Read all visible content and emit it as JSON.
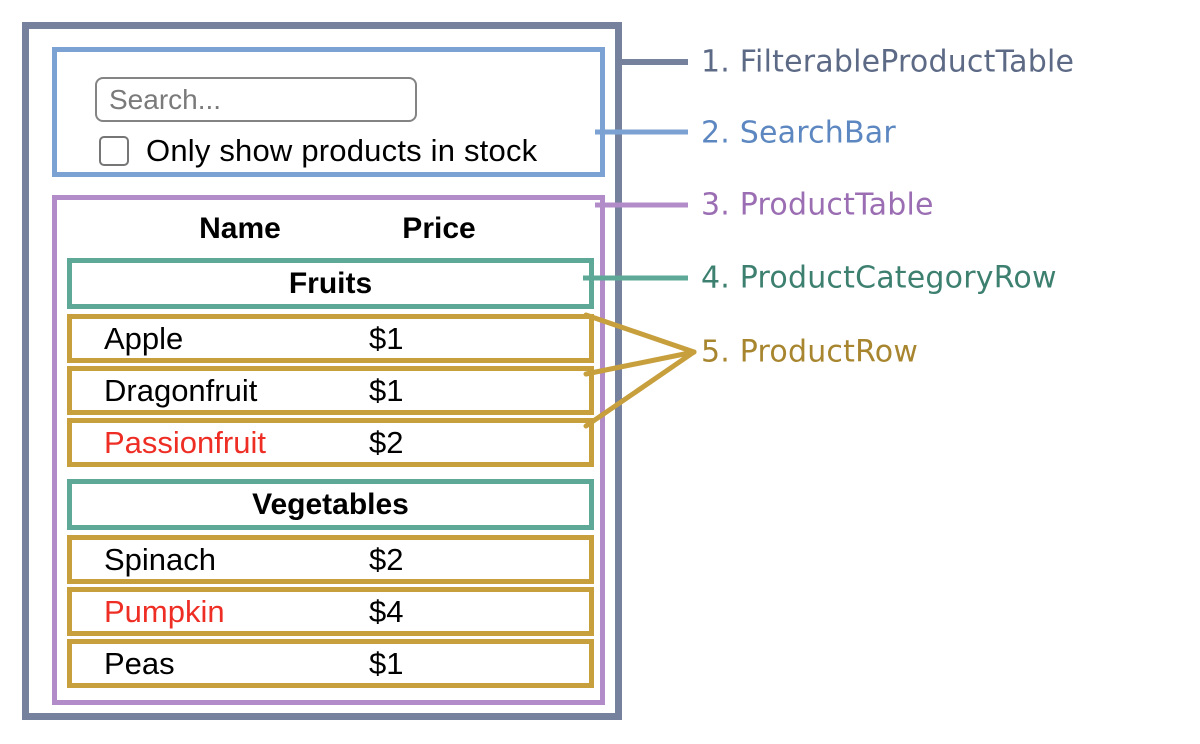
{
  "colors": {
    "outer_border": "#76819d",
    "searchbar_border": "#7ba2d2",
    "producttable_border": "#b18cc9",
    "category_border": "#5ea897",
    "product_row_border": "#c79f3d",
    "red_product_text": "#ee2e24",
    "input_border": "#848484"
  },
  "diagram": {
    "search_bar": {
      "placeholder": "Search...",
      "checkbox_label": "Only show products in stock",
      "checkbox_checked": false
    },
    "table": {
      "headers": {
        "name": "Name",
        "price": "Price"
      },
      "sections": [
        {
          "category": "Fruits",
          "rows": [
            {
              "name": "Apple",
              "price": "$1",
              "red": false
            },
            {
              "name": "Dragonfruit",
              "price": "$1",
              "red": false
            },
            {
              "name": "Passionfruit",
              "price": "$2",
              "red": true
            }
          ]
        },
        {
          "category": "Vegetables",
          "rows": [
            {
              "name": "Spinach",
              "price": "$2",
              "red": false
            },
            {
              "name": "Pumpkin",
              "price": "$4",
              "red": true
            },
            {
              "name": "Peas",
              "price": "$1",
              "red": false
            }
          ]
        }
      ]
    },
    "legend": [
      {
        "label": "1. FilterableProductTable",
        "color": "#5d6a86"
      },
      {
        "label": "2. SearchBar",
        "color": "#5c87c0"
      },
      {
        "label": "3. ProductTable",
        "color": "#9b6eb3"
      },
      {
        "label": "4. ProductCategoryRow",
        "color": "#3d8070"
      },
      {
        "label": "5. ProductRow",
        "color": "#a8862f"
      }
    ]
  }
}
